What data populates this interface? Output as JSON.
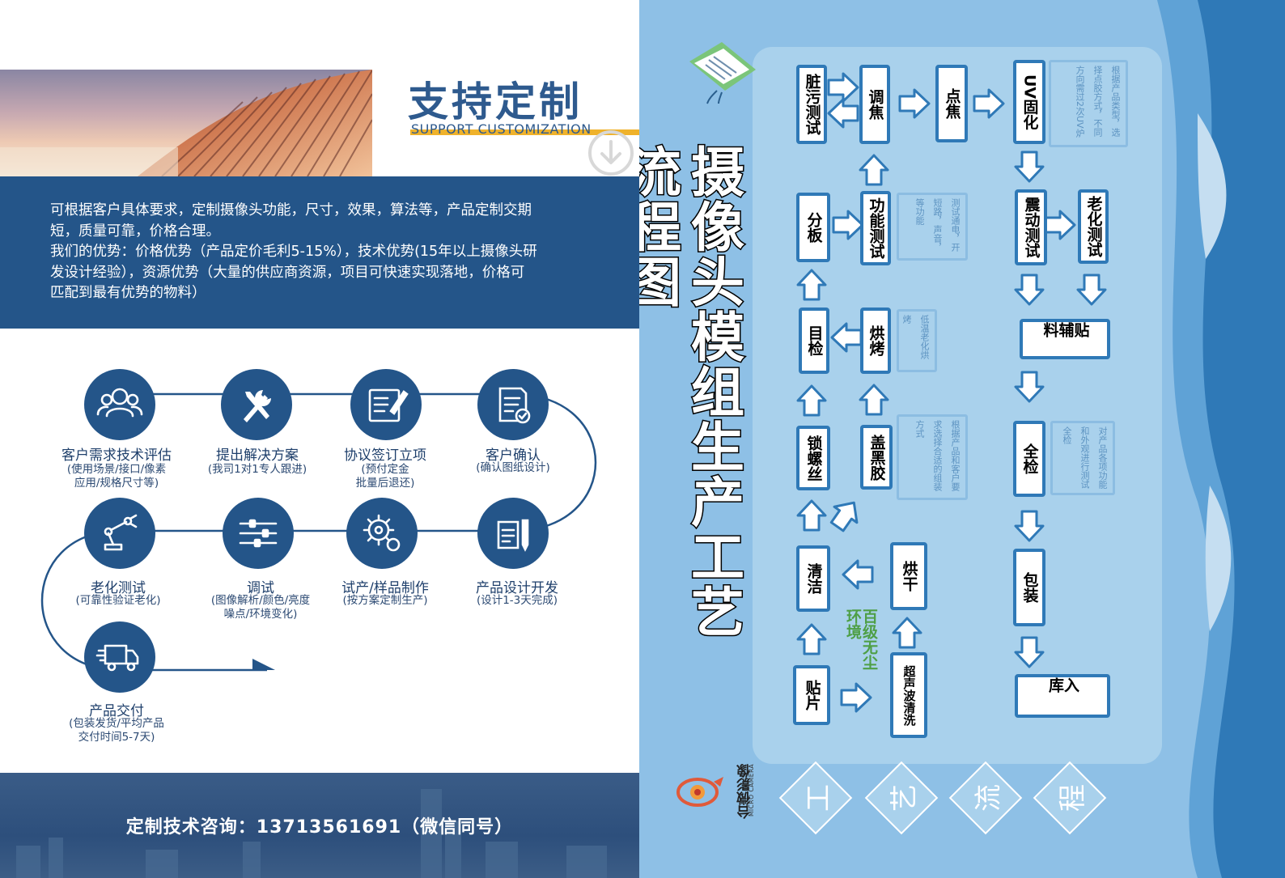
{
  "left": {
    "title": "支持定制",
    "subtitle": "SUPPORT CUSTOMIZATION",
    "intro": [
      "可根据客户具体要求，定制摄像头功能，尺寸，效果，算法等，产品定制交期",
      "短，质量可靠，价格合理。",
      "我们的优势：价格优势（产品定价毛利5-15%），技术优势(15年以上摄像头研",
      "发设计经验），资源优势（大量的供应商资源，项目可快速实现落地，价格可",
      "匹配到最有优势的物料）"
    ],
    "steps": [
      {
        "title": "客户需求技术评估",
        "note": [
          "(使用场景/接口/像素",
          "应用/规格尺寸等)"
        ],
        "icon": "users-icon"
      },
      {
        "title": "提出解决方案",
        "note": [
          "(我司1对1专人跟进)"
        ],
        "icon": "tools-icon"
      },
      {
        "title": "协议签订立项",
        "note": [
          "(预付定金",
          "批量后退还)"
        ],
        "icon": "contract-icon"
      },
      {
        "title": "客户确认",
        "note": [
          "(确认图纸设计)"
        ],
        "icon": "document-check-icon"
      },
      {
        "title": "产品设计开发",
        "note": [
          "(设计1-3天完成)"
        ],
        "icon": "design-doc-icon"
      },
      {
        "title": "试产/样品制作",
        "note": [
          "(按方案定制生产)"
        ],
        "icon": "gears-icon"
      },
      {
        "title": "调试",
        "note": [
          "(图像解析/颜色/亮度",
          "噪点/环境变化)"
        ],
        "icon": "sliders-icon"
      },
      {
        "title": "老化测试",
        "note": [
          "(可靠性验证老化)"
        ],
        "icon": "robot-arm-icon"
      },
      {
        "title": "产品交付",
        "note": [
          "(包装发货/平均产品",
          "交付时间5-7天)"
        ],
        "icon": "truck-icon"
      }
    ],
    "footer": "定制技术咨询：13713561691（微信同号）",
    "colors": {
      "navy": "#245589",
      "accent": "#efb22b",
      "title": "#2e5a8e"
    }
  },
  "right": {
    "title": "摄像头模组生产工艺流程图",
    "green_label": "百级无尘环境",
    "boxes": {
      "tiepian": "贴片",
      "qingjie": "清洁",
      "suoluosi": "锁螺丝",
      "mujian": "目检",
      "fenban": "分板",
      "zangwu": "脏污测试",
      "chaosheng": "超声波清洗",
      "honggan": "烘干",
      "gaiheijiao": "盖黑胶",
      "hongkao": "烘烤",
      "gongneng": "功能测试",
      "tiaojiao": "调焦",
      "dianjiao": "点焦",
      "uv": "UV固化",
      "zhendong": "震动测试",
      "laohua": "老化测试",
      "tiefuliao": "贴 辅 料",
      "quanjian": "全检",
      "baozhuang": "包装",
      "ruku": "入 库"
    },
    "notes": {
      "uv_note": "根据产品类型，选择点胶方式，不同方向需过2次UV炉",
      "gongneng_note": "测试通电，开短路，声音，等功能",
      "hongkao_note": "低温老化烘烤",
      "gaiheijiao_note": "根据产品和客户要求选择合适的组装方式",
      "quanjian_note": "对产品各项功能和外观进行测试全检"
    },
    "diamonds": [
      "工",
      "艺",
      "流",
      "程"
    ],
    "logo": {
      "name": "台微影像",
      "en": "MICRO CAMERA"
    }
  }
}
